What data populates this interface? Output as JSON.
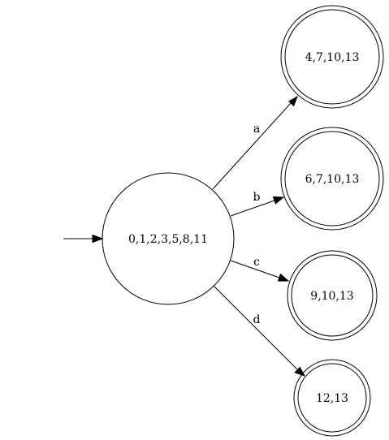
{
  "automaton": {
    "start_state": "0,1,2,3,5,8,11",
    "states": [
      {
        "id": "start",
        "label": "0,1,2,3,5,8,11",
        "accepting": false
      },
      {
        "id": "s_a",
        "label": "4,7,10,13",
        "accepting": true
      },
      {
        "id": "s_b",
        "label": "6,7,10,13",
        "accepting": true
      },
      {
        "id": "s_c",
        "label": "9,10,13",
        "accepting": true
      },
      {
        "id": "s_d",
        "label": "12,13",
        "accepting": true
      }
    ],
    "transitions": [
      {
        "from": "start",
        "to": "s_a",
        "symbol": "a"
      },
      {
        "from": "start",
        "to": "s_b",
        "symbol": "b"
      },
      {
        "from": "start",
        "to": "s_c",
        "symbol": "c"
      },
      {
        "from": "start",
        "to": "s_d",
        "symbol": "d"
      }
    ]
  },
  "colors": {
    "stroke": "#000000",
    "background": "#ffffff"
  }
}
